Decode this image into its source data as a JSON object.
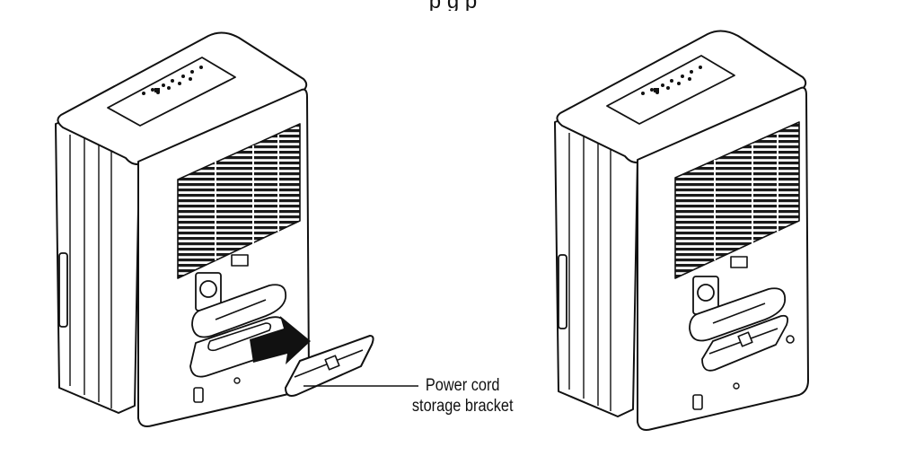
{
  "figure": {
    "header_fragment": "p                                      g                                        p",
    "callout_label_line1": "Power cord",
    "callout_label_line2": "storage bracket"
  },
  "colors": {
    "line": "#111111",
    "fill_panel": "#ffffff",
    "grille": "#1a1a1a",
    "arrow": "#111111"
  },
  "illustrations": {
    "left": "dehumidifier-before-bracket-icon",
    "right": "dehumidifier-with-bracket-installed-icon",
    "arrow": "insert-direction-arrow-icon",
    "bracket": "power-cord-bracket-icon"
  }
}
